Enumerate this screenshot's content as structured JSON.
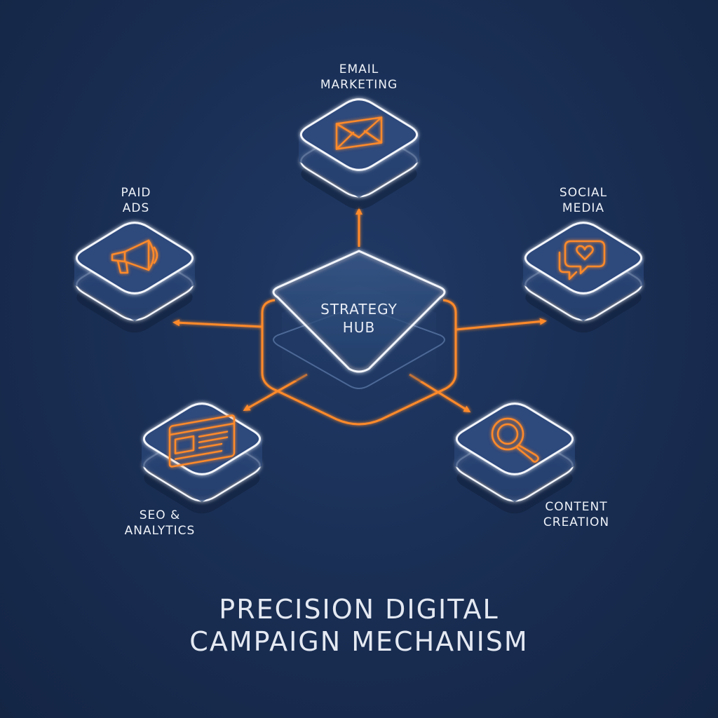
{
  "hub": {
    "line1": "STRATEGY",
    "line2": "HUB"
  },
  "nodes": {
    "email": {
      "line1": "EMAIL",
      "line2": "MARKETING",
      "icon": "envelope-icon"
    },
    "paid": {
      "line1": "PAID",
      "line2": "ADS",
      "icon": "megaphone-icon"
    },
    "social": {
      "line1": "SOCIAL",
      "line2": "MEDIA",
      "icon": "chat-heart-icon"
    },
    "seo": {
      "line1": "SEO &",
      "line2": "ANALYTICS",
      "icon": "web-page-icon"
    },
    "content": {
      "line1": "CONTENT",
      "line2": "CREATION",
      "icon": "magnifier-icon"
    }
  },
  "title": {
    "line1": "PRECISION DIGITAL",
    "line2": "CAMPAIGN MECHANISM"
  },
  "colors": {
    "background": "#1a2f55",
    "accent": "#ff8a2a",
    "outline": "#f2f5fb",
    "text": "#eef2f8"
  }
}
